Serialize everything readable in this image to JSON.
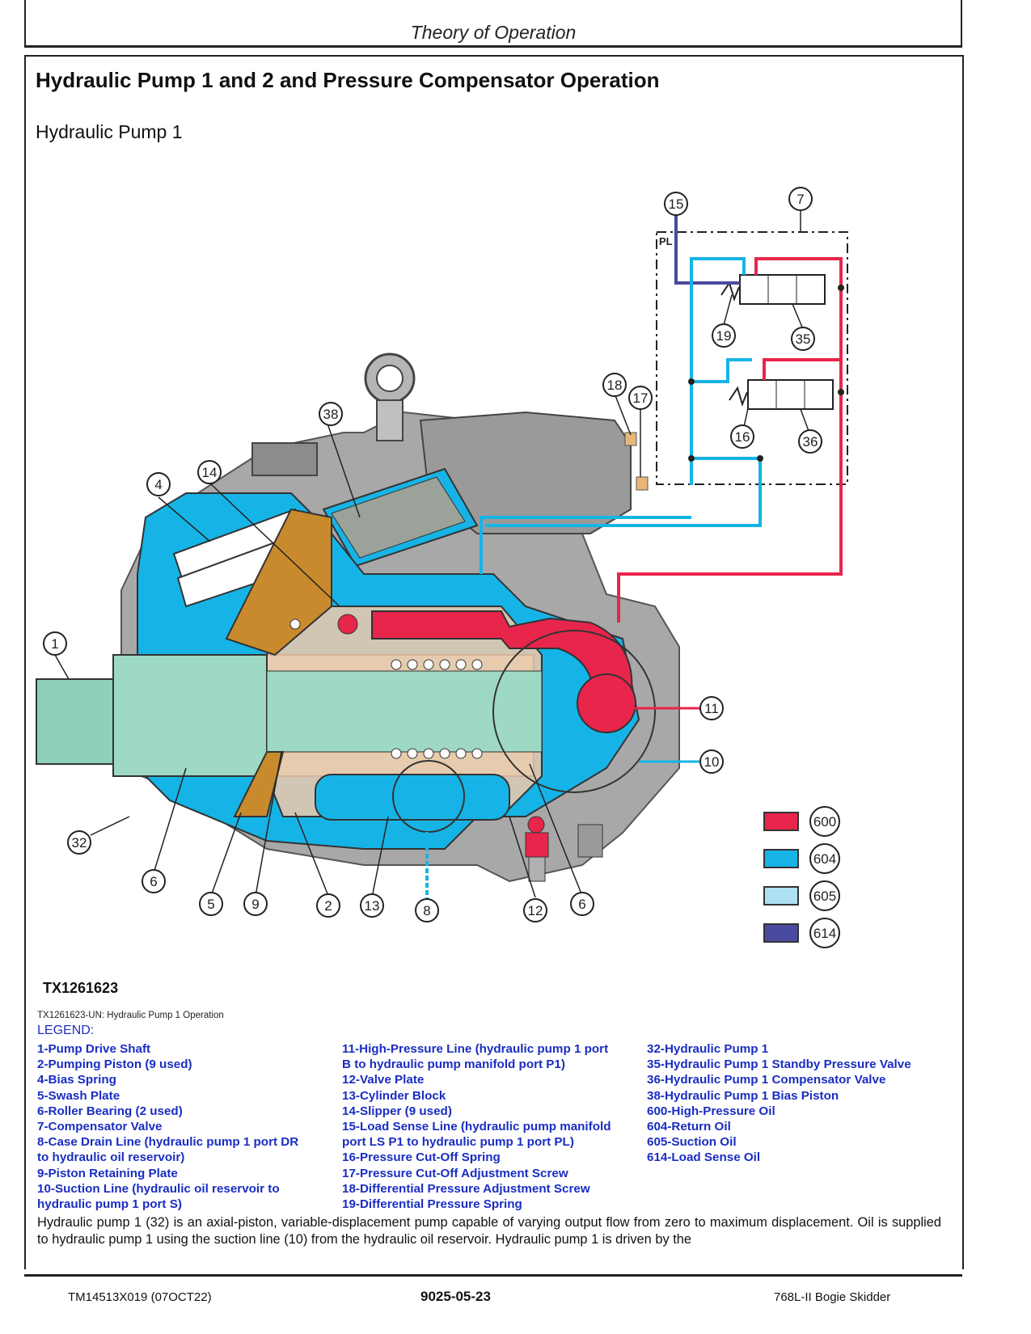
{
  "header": {
    "section": "Theory of Operation"
  },
  "page_title": "Hydraulic Pump 1 and 2 and Pressure Compensator Operation",
  "section_title": "Hydraulic Pump 1",
  "figure": {
    "id": "TX1261623",
    "caption": "TX1261623-UN: Hydraulic Pump 1 Operation",
    "port_label": "PL",
    "callouts": [
      "1",
      "2",
      "4",
      "5",
      "6",
      "6",
      "7",
      "8",
      "9",
      "10",
      "11",
      "12",
      "13",
      "14",
      "15",
      "16",
      "17",
      "18",
      "19",
      "32",
      "35",
      "36",
      "38"
    ],
    "color_key": [
      {
        "code": "600",
        "color": "#e8254b"
      },
      {
        "code": "604",
        "color": "#16b4e6"
      },
      {
        "code": "605",
        "color": "#aee0f4"
      },
      {
        "code": "614",
        "color": "#4a4aa0"
      }
    ]
  },
  "legend": {
    "title": "LEGEND:",
    "columns": [
      [
        "1-Pump Drive Shaft",
        "2-Pumping Piston (9 used)",
        "4-Bias Spring",
        "5-Swash Plate",
        "6-Roller Bearing (2 used)",
        "7-Compensator Valve",
        "8-Case Drain Line (hydraulic pump 1 port DR",
        "to hydraulic oil reservoir)",
        "9-Piston Retaining Plate",
        "10-Suction Line (hydraulic oil reservoir to",
        "hydraulic pump 1 port S)"
      ],
      [
        "11-High-Pressure Line (hydraulic pump 1 port",
        "B to hydraulic pump manifold port P1)",
        "12-Valve Plate",
        "13-Cylinder Block",
        "14-Slipper (9 used)",
        "15-Load Sense Line (hydraulic pump manifold",
        "port LS P1 to hydraulic pump 1 port PL)",
        "16-Pressure Cut-Off Spring",
        "17-Pressure Cut-Off Adjustment Screw",
        "18-Differential Pressure Adjustment Screw",
        "19-Differential Pressure Spring"
      ],
      [
        "32-Hydraulic Pump 1",
        "35-Hydraulic Pump 1 Standby Pressure Valve",
        "36-Hydraulic Pump 1 Compensator Valve",
        "38-Hydraulic Pump 1 Bias Piston",
        "600-High-Pressure Oil",
        "604-Return Oil",
        "605-Suction Oil",
        "614-Load Sense Oil"
      ]
    ]
  },
  "body_text": "Hydraulic pump 1 (32) is an axial-piston, variable-displacement pump capable of varying output flow from zero to maximum displacement. Oil is supplied to hydraulic pump 1 using the suction line (10) from the hydraulic oil reservoir. Hydraulic pump 1 is driven by the",
  "footer": {
    "doc_id": "TM14513X019 (07OCT22)",
    "page": "9025-05-23",
    "model": "768L-II Bogie Skidder"
  }
}
